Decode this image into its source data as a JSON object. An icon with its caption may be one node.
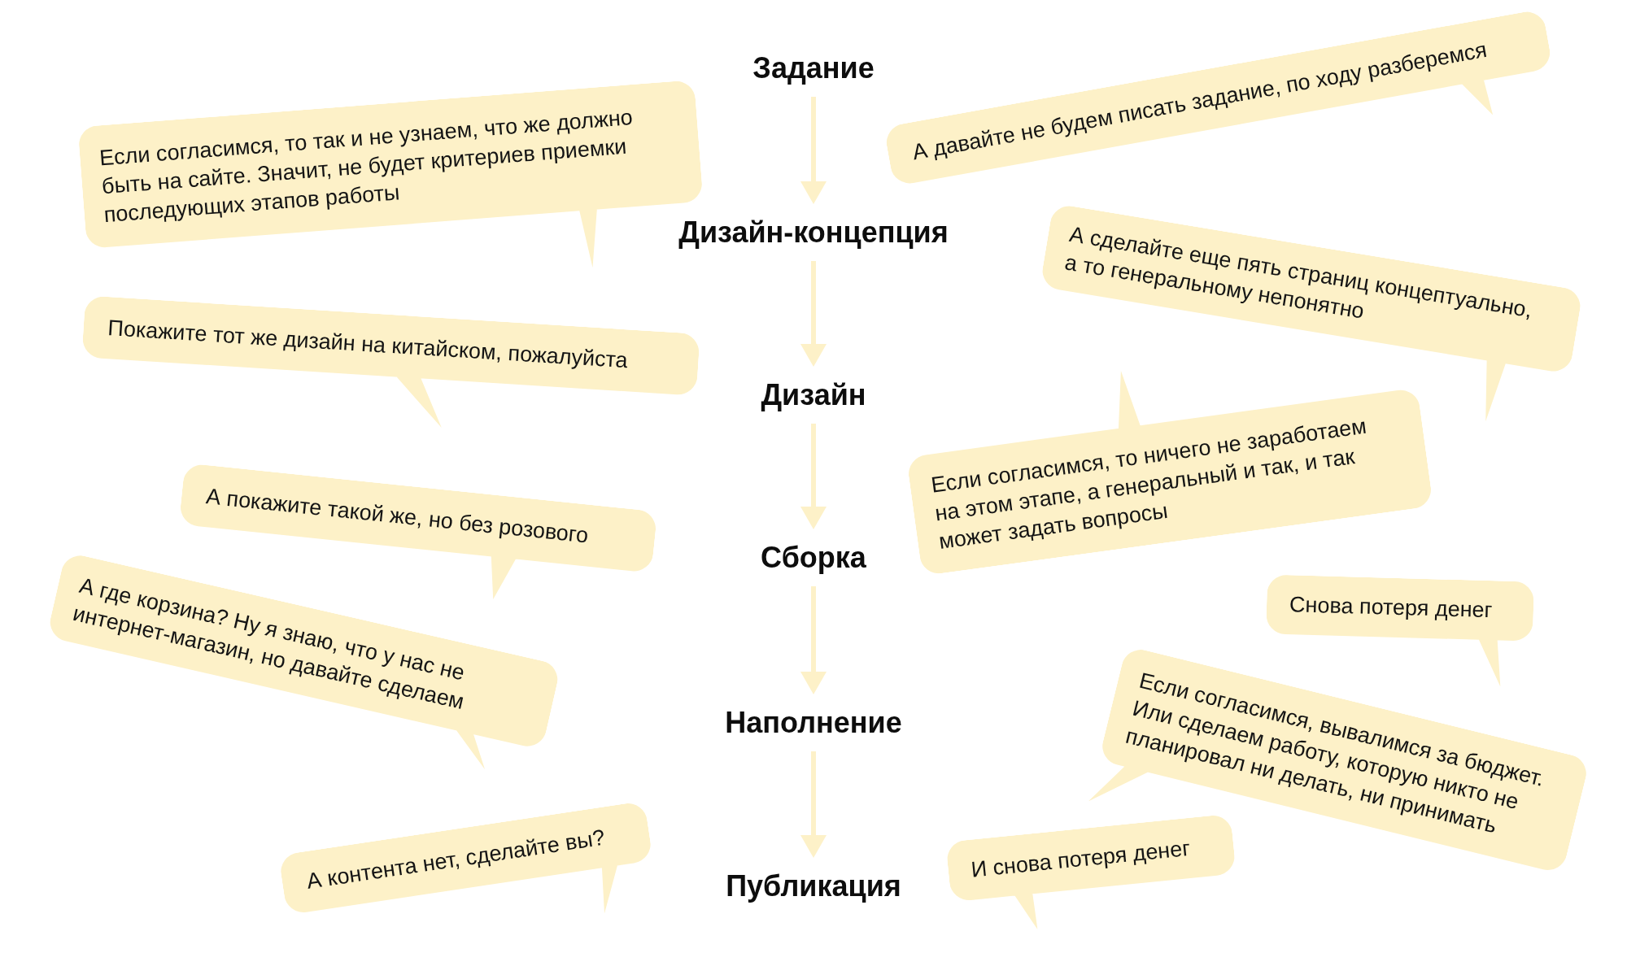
{
  "diagram": {
    "nodes": [
      {
        "text": [
          "Задание"
        ]
      },
      {
        "text": [
          "Дизайн-концепция"
        ]
      },
      {
        "text": [
          "Дизайн"
        ]
      },
      {
        "text": [
          "Сборка"
        ]
      },
      {
        "text": [
          "Наполнение"
        ]
      },
      {
        "text": [
          "Публикация"
        ]
      },
      {
        "text": [
          "Если согласимся, то так и не узнаем, что же должно быть на сайте. Значит, не будет критериев приемки последующих этапов работы"
        ]
      },
      {
        "text": [
          "Покажите тот же дизайн на китайском, пожалуйста"
        ]
      },
      {
        "text": [
          "А покажите такой же, но без розового"
        ]
      },
      {
        "text": [
          "А где корзина? Ну я знаю, что у нас не интернет-магазин, но давайте сделаем"
        ]
      },
      {
        "text": [
          "А контента нет, сделайте вы?"
        ]
      },
      {
        "text": [
          "А давайте не будем писать задание, по ходу разберемся"
        ]
      },
      {
        "text": [
          "А сделайте еще пять страниц концептуально, а то генеральному непонятно"
        ]
      },
      {
        "text": [
          "Если согласимся, то ничего не заработаем на этом этапе, а генеральный и так, и так может задать вопросы"
        ]
      },
      {
        "text": [
          "Снова потеря денег"
        ]
      },
      {
        "text": [
          "Если согласимся, вывалимся за бюджет. Или сделаем работу, которую никто не планировал ни делать, ни принимать"
        ]
      },
      {
        "text": [
          "И снова потеря денег"
        ]
      }
    ],
    "edges": [
      {
        "from": 0,
        "to": 1,
        "arrow": "to"
      },
      {
        "from": 1,
        "to": 2,
        "arrow": "to"
      },
      {
        "from": 2,
        "to": 3,
        "arrow": "to"
      },
      {
        "from": 3,
        "to": 4,
        "arrow": "to"
      },
      {
        "from": 4,
        "to": 5,
        "arrow": "to"
      }
    ]
  }
}
